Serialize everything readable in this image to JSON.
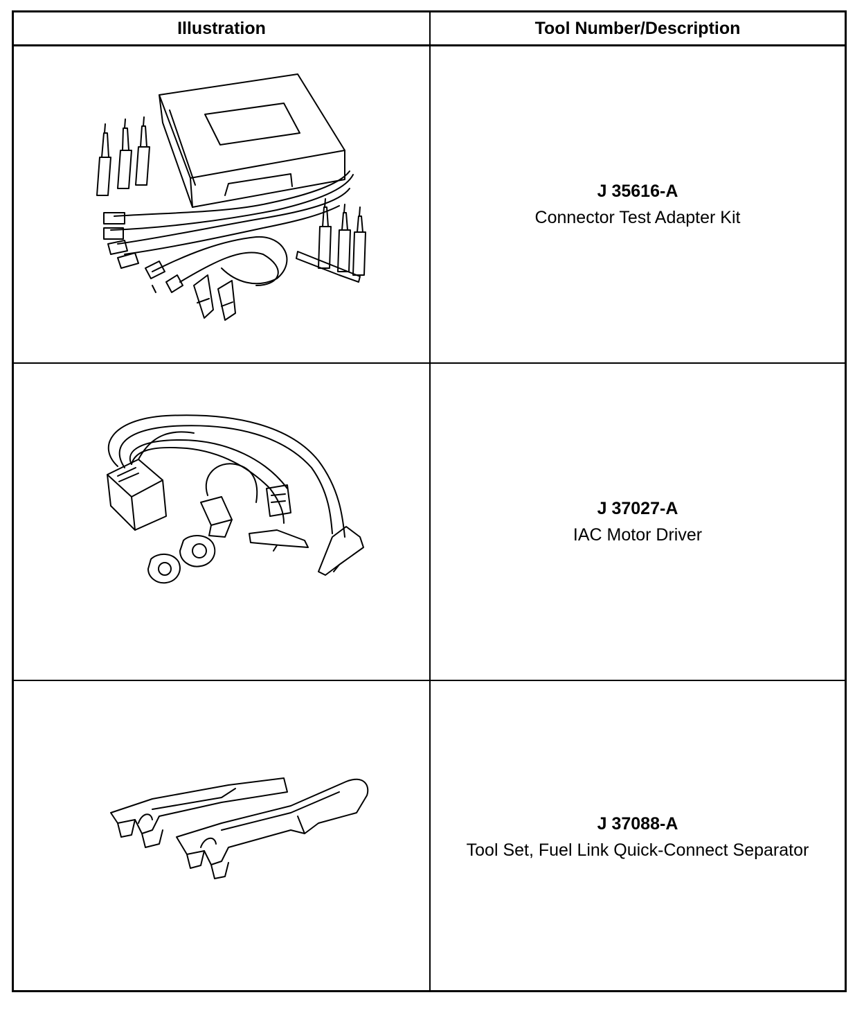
{
  "table": {
    "headers": {
      "illustration": "Illustration",
      "tool": "Tool Number/Description"
    },
    "rows": [
      {
        "tool_number": "J 35616-A",
        "description": "Connector Test Adapter Kit",
        "illustration_icon": "connector-test-adapter-kit-illustration"
      },
      {
        "tool_number": "J 37027-A",
        "description": "IAC Motor Driver",
        "illustration_icon": "iac-motor-driver-illustration"
      },
      {
        "tool_number": "J 37088-A",
        "description": "Tool Set, Fuel Link Quick-Connect Separator",
        "illustration_icon": "quick-connect-separator-illustration"
      }
    ]
  }
}
